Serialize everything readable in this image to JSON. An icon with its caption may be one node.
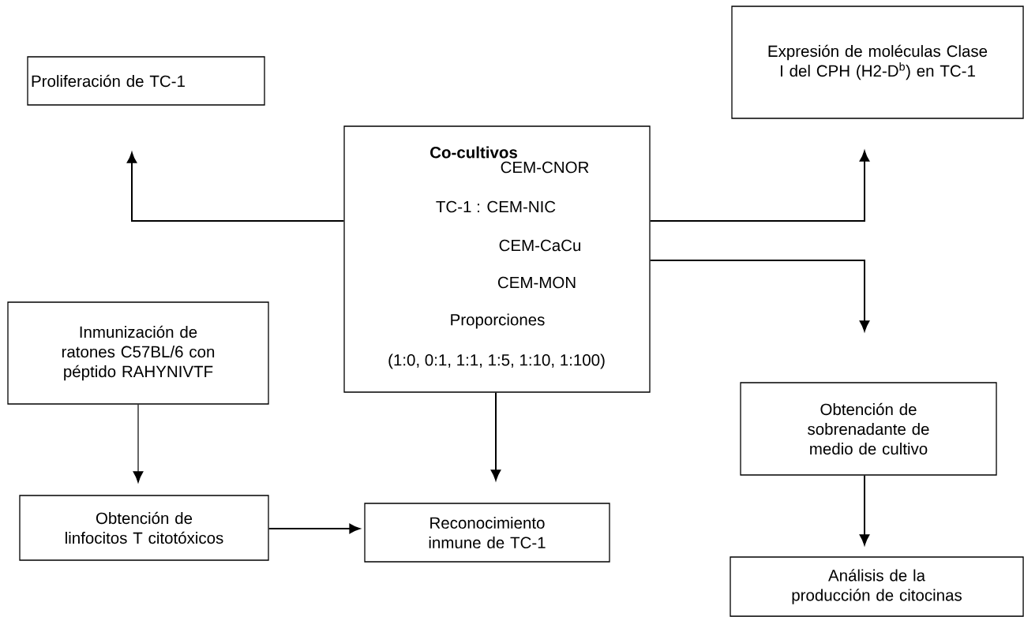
{
  "diagram": {
    "nodes": [
      {
        "text": [
          "Proliferación de TC-1"
        ]
      },
      {
        "text": [
          "Co-cultivos",
          "CEM-CNOR",
          "TC-1 : CEM-NIC",
          "CEM-CaCu",
          "CEM-MON",
          "Proporciones",
          "(1:0, 0:1, 1:1, 1:5, 1:10, 1:100)"
        ]
      },
      {
        "text": [
          "Expresión de moléculas Clase I del CPH (H2-D$^{b}$) en TC-1"
        ]
      },
      {
        "text": [
          "Inmunización de ratones C57BL/6 con péptido RAHYNIVTF"
        ]
      },
      {
        "text": [
          "Obtención de linfocitos T citotóxicos"
        ]
      },
      {
        "text": [
          "Reconocimiento inmune de TC-1"
        ]
      },
      {
        "text": [
          "Obtención de sobrenadante de medio de cultivo"
        ]
      },
      {
        "text": [
          "Análisis de la producción de citocinas"
        ]
      }
    ],
    "edges": [
      {
        "from": 1,
        "to": 0,
        "arrow": "to"
      },
      {
        "from": 1,
        "to": 2,
        "arrow": "to"
      },
      {
        "from": 1,
        "to": 6,
        "arrow": "to"
      },
      {
        "from": 1,
        "to": 5,
        "arrow": "to"
      },
      {
        "from": 3,
        "to": 4,
        "arrow": "to"
      },
      {
        "from": 4,
        "to": 5,
        "arrow": "to"
      },
      {
        "from": 6,
        "to": 7,
        "arrow": "to"
      }
    ]
  }
}
